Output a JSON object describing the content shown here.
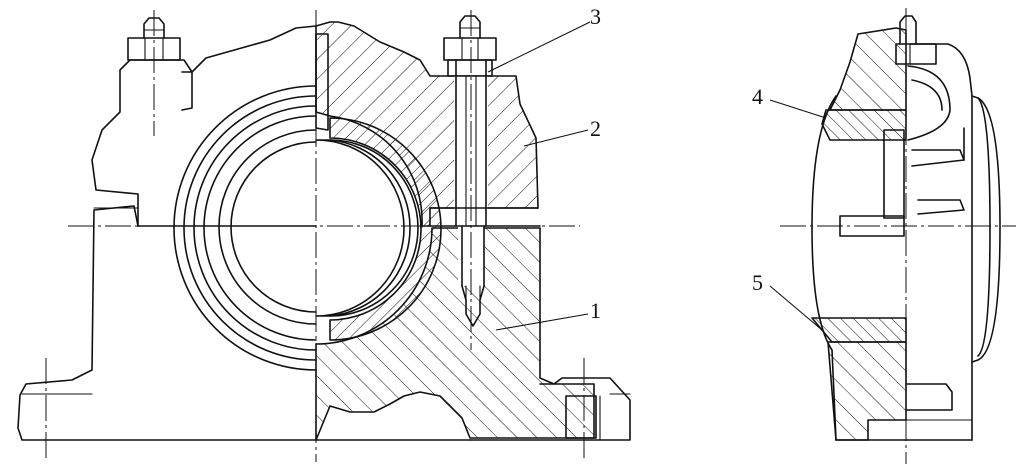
{
  "labels": {
    "part1": "1",
    "part2": "2",
    "part3": "3",
    "part4": "4",
    "part5": "5"
  },
  "colors": {
    "line": "#111111",
    "background": "#ffffff"
  }
}
